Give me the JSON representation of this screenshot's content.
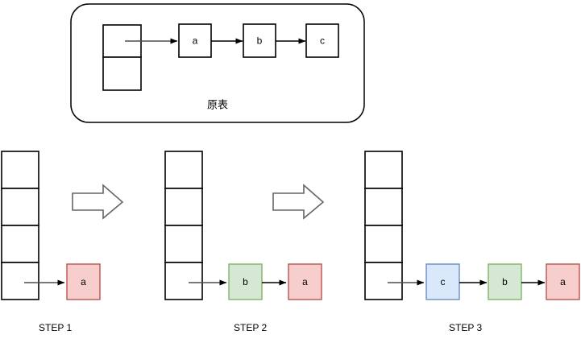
{
  "diagram": {
    "title_label": "原表",
    "original_list": {
      "head_box_name": "head-pointer-box",
      "nodes": [
        {
          "label": "a"
        },
        {
          "label": "b"
        },
        {
          "label": "c"
        }
      ]
    },
    "steps": [
      {
        "label": "STEP 1",
        "table_cells": 4,
        "nodes": [
          {
            "label": "a",
            "fill": "#f8cecc",
            "stroke": "#b85450"
          }
        ]
      },
      {
        "label": "STEP 2",
        "table_cells": 4,
        "nodes": [
          {
            "label": "b",
            "fill": "#d5e8d4",
            "stroke": "#82b366"
          },
          {
            "label": "a",
            "fill": "#f8cecc",
            "stroke": "#b85450"
          }
        ]
      },
      {
        "label": "STEP 3",
        "table_cells": 4,
        "nodes": [
          {
            "label": "c",
            "fill": "#dae8fc",
            "stroke": "#6c8ebf"
          },
          {
            "label": "b",
            "fill": "#d5e8d4",
            "stroke": "#82b366"
          },
          {
            "label": "a",
            "fill": "#f8cecc",
            "stroke": "#b85450"
          }
        ]
      }
    ],
    "transitions": [
      {
        "name": "block-arrow-1"
      },
      {
        "name": "block-arrow-2"
      }
    ],
    "colors": {
      "red_fill": "#f8cecc",
      "red_stroke": "#b85450",
      "green_fill": "#d5e8d4",
      "green_stroke": "#82b366",
      "blue_fill": "#dae8fc",
      "blue_stroke": "#6c8ebf",
      "line": "#000000",
      "gray_line": "#4d4d4d",
      "background": "#ffffff"
    }
  }
}
